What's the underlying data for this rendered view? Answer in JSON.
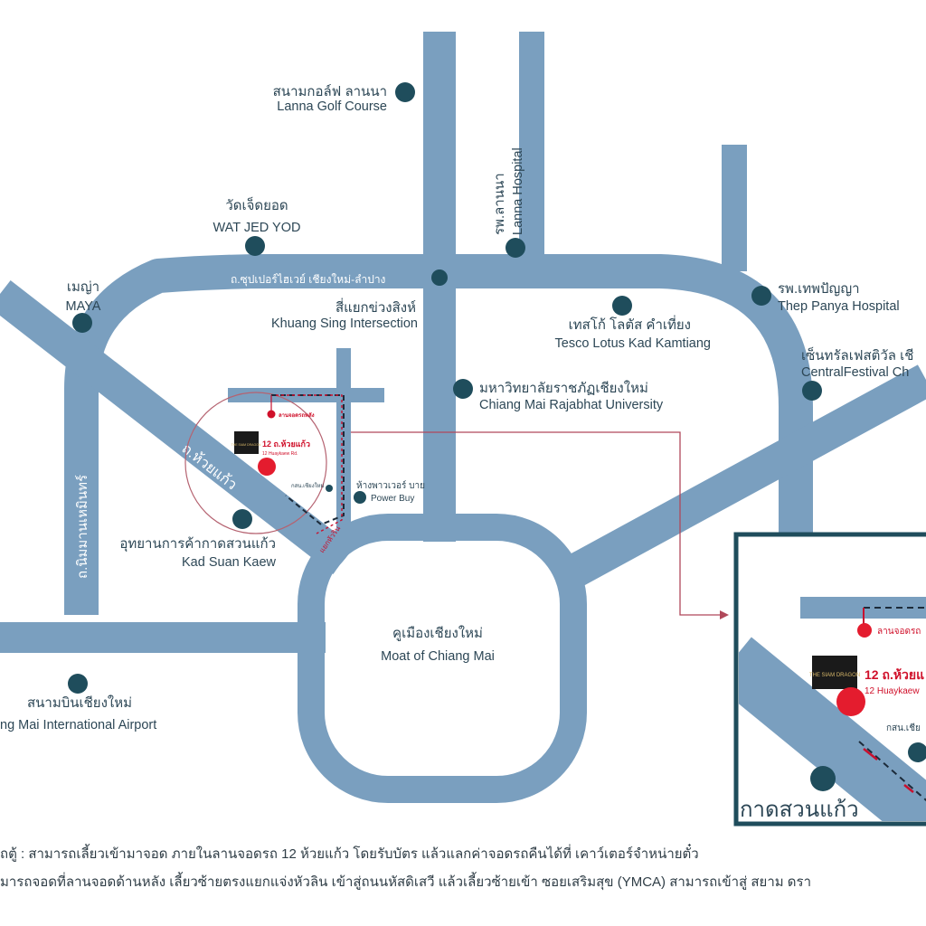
{
  "colors": {
    "road": "#7a9fbf",
    "road_fill": "#cfe0ec",
    "marker": "#1f4d5c",
    "text": "#2d4756",
    "route": "#c8102e",
    "inset_border": "#1f4d5c"
  },
  "places": {
    "lanna_golf": {
      "th": "สนามกอล์ฟ ลานนา",
      "en": "Lanna Golf Course"
    },
    "wat_jed_yod": {
      "th": "วัดเจ็ดยอด",
      "en": "WAT JED YOD"
    },
    "lanna_hospital": {
      "th": "รพ.ลานนา",
      "en": "Lanna Hospital"
    },
    "maya": {
      "th": "เมญ่า",
      "en": "MAYA"
    },
    "khuang_sing": {
      "th": "สี่แยกข่วงสิงห์",
      "en": "Khuang Sing Intersection"
    },
    "thep_panya": {
      "th": "รพ.เทพปัญญา",
      "en": "Thep Panya Hospital"
    },
    "tesco": {
      "th": "เทสโก้ โลตัส คำเที่ยง",
      "en": "Tesco Lotus Kad Kamtiang"
    },
    "central_festival": {
      "th": "เซ็นทรัลเฟสติวัล เชี",
      "en": "CentralFestival Ch"
    },
    "rajabhat": {
      "th": "มหาวิทยาลัยราชภัฏเชียงใหม่",
      "en": "Chiang Mai Rajabhat University"
    },
    "power_buy": {
      "th": "ห้างพาวเวอร์ บาย",
      "en": "Power Buy"
    },
    "kad_suan_kaew": {
      "th": "อุทยานการค้ากาดสวนแก้ว",
      "en": "Kad Suan Kaew"
    },
    "moat": {
      "th": "คูเมืองเชียงใหม่",
      "en": "Moat of Chiang Mai"
    },
    "airport": {
      "th": "สนามบินเชียงใหม่",
      "en": "ng Mai International Airport"
    }
  },
  "roads": {
    "superhighway": "ถ.ซุปเปอร์ไฮเวย์ เชียงใหม่-ลำปาง",
    "huay_kaew": "ถ.ห้วยแก้ว",
    "nimman": "ถ.นิมมานเหมินทร์"
  },
  "venue": {
    "logo_text": "THE SIAM DRAGON",
    "address_th": "12 ถ.ห้วยแก้ว",
    "address_en": "12 Huaykaew Rd.",
    "parking_label": "ลานจอดรถหลัง",
    "kbank_label": "กสน.เชียงใหม่",
    "intersection_label": "แยกหัวริน"
  },
  "inset": {
    "address_th": "12 ถ.ห้วยแ",
    "address_en": "12 Huaykaew",
    "parking_label": "ลานจอดรถ",
    "kbank_label": "กสน.เชีย",
    "kad_suan_kaew": "กาดสวนแก้ว",
    "logo_text": "THE SIAM DRAGON"
  },
  "notes": {
    "line1": "ถตู้ : สามารถเลี้ยวเข้ามาจอด ภายในลานจอดรถ 12 ห้วยแก้ว โดยรับบัตร แล้วแลกค่าจอดรถคืนได้ที่ เคาว์เตอร์จำหน่ายตั๋ว",
    "line2": "มารถจอดที่ลานจอดด้านหลัง เลี้ยวซ้ายตรงแยกแจ่งหัวลิน เข้าสู่ถนนหัสดิเสวี แล้วเลี้ยวซ้ายเข้า ซอยเสริมสุข (YMCA) สามารถเข้าสู่ สยาม ดรา"
  }
}
